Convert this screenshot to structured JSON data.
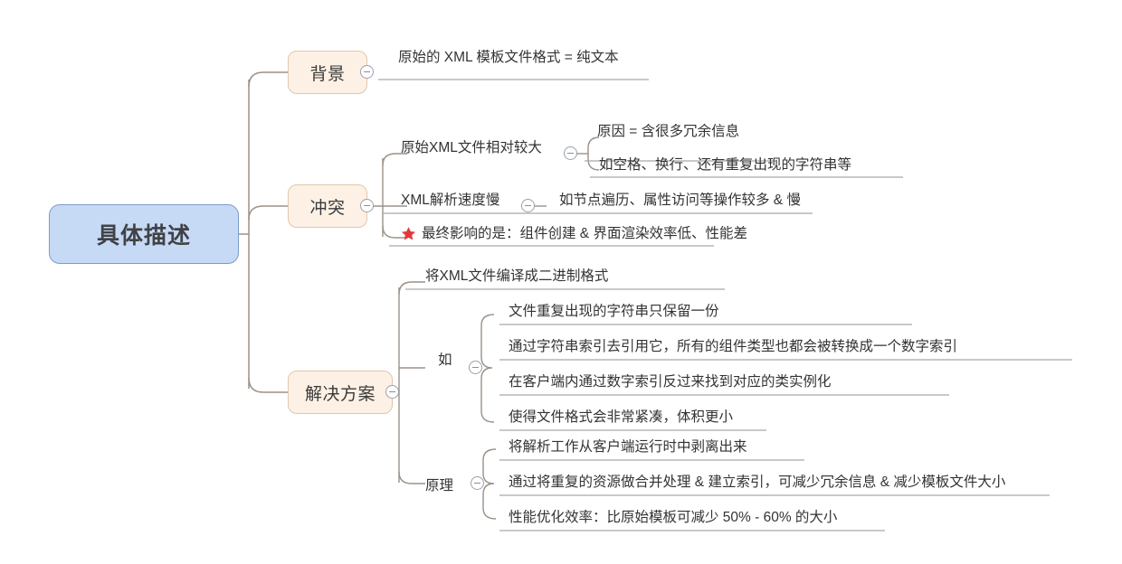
{
  "map": {
    "root": {
      "label": "具体描述"
    },
    "branches": [
      {
        "label": "背景",
        "toggle": "collapse-toggle-icon",
        "items": [
          {
            "text": "原始的 XML 模板文件格式 = 纯文本"
          }
        ]
      },
      {
        "label": "冲突",
        "toggle": "collapse-toggle-icon",
        "items": [
          {
            "text": "原始XML文件相对较大",
            "toggle": "collapse-toggle-icon",
            "children": [
              {
                "text": "原因 = 含很多冗余信息"
              },
              {
                "text": "如空格、换行、还有重复出现的字符串等"
              }
            ]
          },
          {
            "text": "XML解析速度慢",
            "toggle": "collapse-toggle-icon",
            "children": [
              {
                "text": "如节点遍历、属性访问等操作较多 & 慢"
              }
            ]
          },
          {
            "text": "最终影响的是：组件创建 & 界面渲染效率低、性能差",
            "icon": "red-star-icon"
          }
        ]
      },
      {
        "label": "解决方案",
        "toggle": "collapse-toggle-icon",
        "items": [
          {
            "text": "将XML文件编译成二进制格式"
          },
          {
            "text": "如",
            "toggle": "collapse-toggle-icon",
            "children": [
              {
                "text": "文件重复出现的字符串只保留一份"
              },
              {
                "text": "通过字符串索引去引用它，所有的组件类型也都会被转换成一个数字索引"
              },
              {
                "text": "在客户端内通过数字索引反过来找到对应的类实例化"
              },
              {
                "text": "使得文件格式会非常紧凑，体积更小"
              }
            ]
          },
          {
            "text": "原理",
            "toggle": "collapse-toggle-icon",
            "children": [
              {
                "text": "将解析工作从客户端运行时中剥离出来"
              },
              {
                "text": "通过将重复的资源做合并处理 & 建立索引，可减少冗余信息 & 减少模板文件大小"
              },
              {
                "text": "性能优化效率：比原始模板可减少 50% - 60% 的大小"
              }
            ]
          }
        ]
      }
    ]
  },
  "colors": {
    "root_fill": "#c6daf6",
    "root_border": "#7b9cc9",
    "branch_fill": "#fdf1e5",
    "branch_border": "#e0c7ad",
    "trunk_line": "#9b9189",
    "leaf_line": "#a9a9a9",
    "star": "#e03b3b",
    "text": "#333333"
  }
}
